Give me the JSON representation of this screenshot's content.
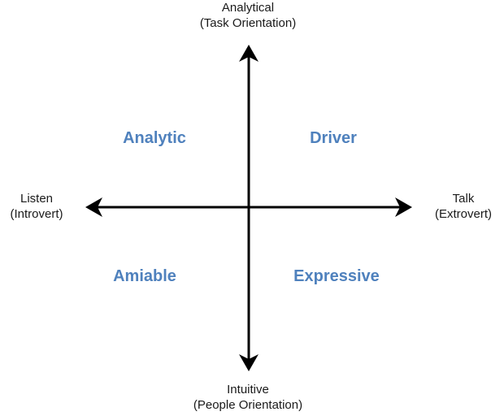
{
  "axes": {
    "top": {
      "line1": "Analytical",
      "line2": "(Task Orientation)"
    },
    "bottom": {
      "line1": "Intuitive",
      "line2": "(People Orientation)"
    },
    "left": {
      "line1": "Listen",
      "line2": "(Introvert)"
    },
    "right": {
      "line1": "Talk",
      "line2": "(Extrovert)"
    }
  },
  "quadrants": {
    "top_left": "Analytic",
    "top_right": "Driver",
    "bottom_left": "Amiable",
    "bottom_right": "Expressive"
  },
  "colors": {
    "quadrant_text": "#4f81bd",
    "axis": "#000000"
  }
}
